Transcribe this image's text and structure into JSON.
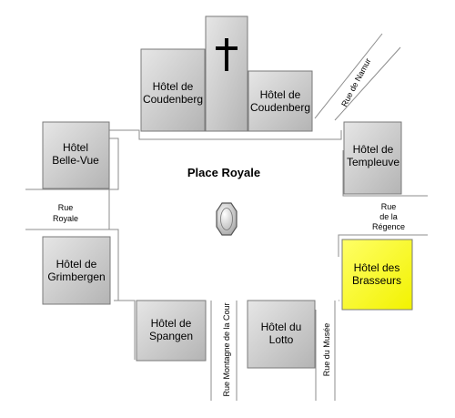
{
  "colors": {
    "building": "#c8c8c8",
    "building_highlight": "#ffff33",
    "road_edge": "#888888",
    "background": "#ffffff"
  },
  "square": {
    "name": "Place Royale"
  },
  "buildings": {
    "coudenberg_left": {
      "line1": "Hôtel de",
      "line2": "Coudenberg"
    },
    "coudenberg_right": {
      "line1": "Hôtel de",
      "line2": "Coudenberg"
    },
    "belle_vue": {
      "line1": "Hôtel",
      "line2": "Belle-Vue"
    },
    "templeuve": {
      "line1": "Hôtel de",
      "line2": "Templeuve"
    },
    "grimbergen": {
      "line1": "Hôtel de",
      "line2": "Grimbergen"
    },
    "brasseurs": {
      "line1": "Hôtel des",
      "line2": "Brasseurs"
    },
    "spangen": {
      "line1": "Hôtel de",
      "line2": "Spangen"
    },
    "lotto": {
      "line1": "Hôtel du",
      "line2": "Lotto"
    }
  },
  "streets": {
    "namur": "Rue de Namur",
    "royale": {
      "line1": "Rue",
      "line2": "Royale"
    },
    "regence": {
      "line1": "Rue",
      "line2": "de la",
      "line3": "Régence"
    },
    "montagne_cour": "Rue Montagne de la Cour",
    "musee": "Rue du Musée"
  },
  "icons": {
    "church": "cross-icon",
    "monument": "oval-monument-icon"
  }
}
